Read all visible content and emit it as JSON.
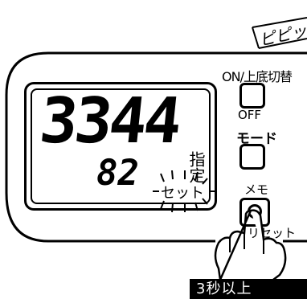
{
  "sfx_text": "ピピッ",
  "display": {
    "main_value": "3344",
    "sub_value": "82",
    "side_label": "指定",
    "set_label": "セット"
  },
  "buttons": {
    "on_label": "ON/上底切替",
    "off_label": "OFF",
    "mode_label": "モード",
    "memo_label": "メモ",
    "reset_label": "リセット"
  },
  "instruction": "3秒以上",
  "colors": {
    "line": "#000000",
    "badge_bg": "#000000",
    "badge_text": "#ffffff",
    "background": "#ffffff"
  }
}
